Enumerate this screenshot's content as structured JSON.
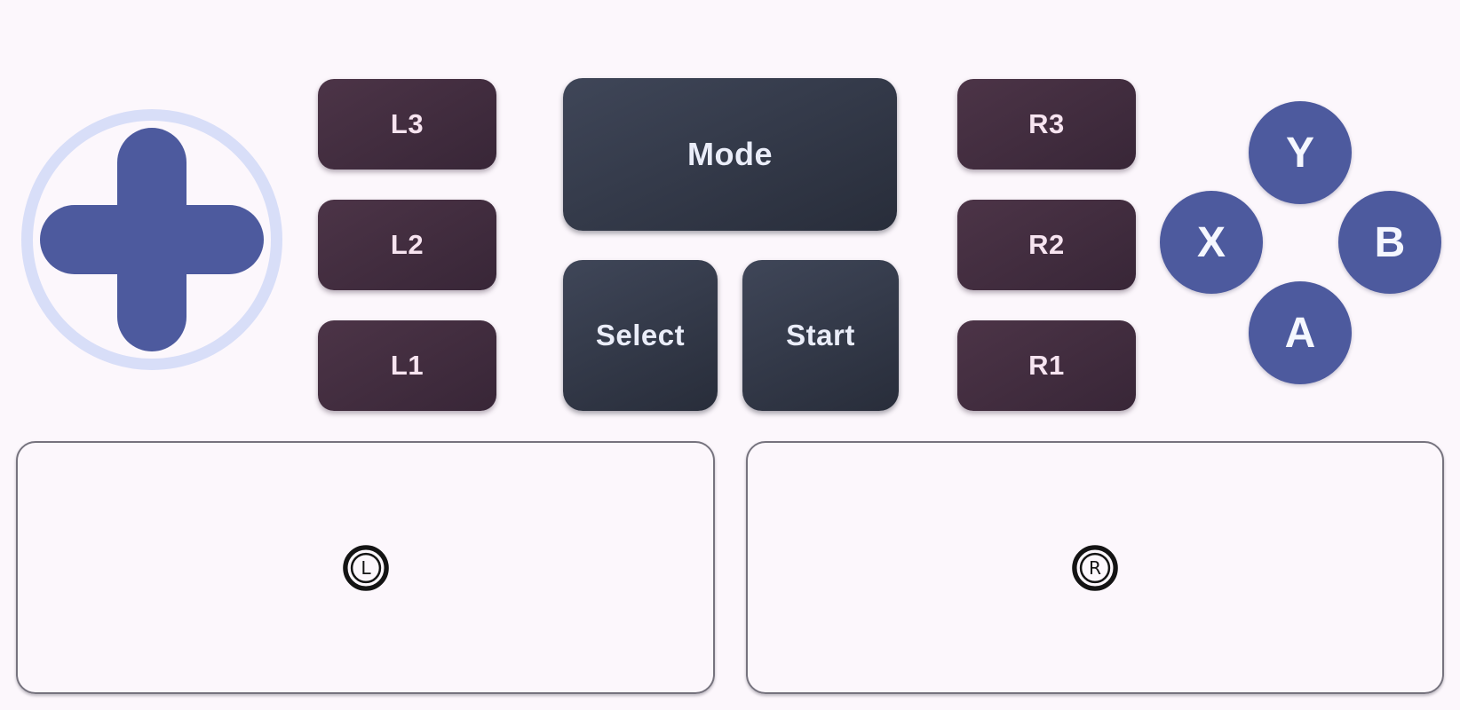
{
  "theme": {
    "bg": "#fcf7fc",
    "dpad_ring": "#d8def8",
    "action_blue": "#4d5a9e",
    "bumper_grad_start": "#4c3447",
    "bumper_grad_end": "#382637",
    "bumper_text": "#f7e4f0",
    "system_grad_start": "#3f4658",
    "system_grad_end": "#282d3a",
    "system_text": "#eaedf9",
    "face_text": "#f5f7ff",
    "touchpad_border": "#76737e",
    "touchpad_icon_ink": "#141414"
  },
  "controls": {
    "dpad": {
      "type": "directional-pad"
    },
    "left_shoulder_buttons": [
      {
        "id": "l3",
        "label": "L3"
      },
      {
        "id": "l2",
        "label": "L2"
      },
      {
        "id": "l1",
        "label": "L1"
      }
    ],
    "system_buttons": {
      "mode": {
        "label": "Mode"
      },
      "select": {
        "label": "Select"
      },
      "start": {
        "label": "Start"
      }
    },
    "right_shoulder_buttons": [
      {
        "id": "r3",
        "label": "R3"
      },
      {
        "id": "r2",
        "label": "R2"
      },
      {
        "id": "r1",
        "label": "R1"
      }
    ],
    "face_buttons": {
      "top": {
        "label": "Y"
      },
      "left": {
        "label": "X"
      },
      "right": {
        "label": "B"
      },
      "bottom": {
        "label": "A"
      }
    },
    "touchpads": {
      "left": {
        "icon_letter": "L"
      },
      "right": {
        "icon_letter": "R"
      }
    }
  }
}
